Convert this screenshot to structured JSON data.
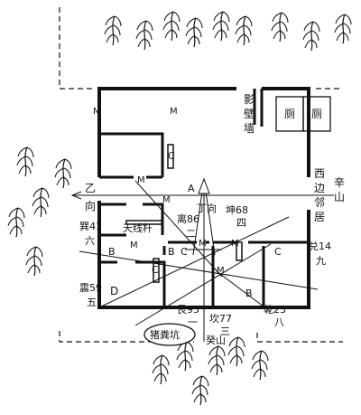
{
  "labels": {
    "ying_bi_qiang": [
      "影",
      "壁",
      "墙"
    ],
    "kitchen_left": "厕",
    "kitchen_right": "厕",
    "xi_bian_lin_ju": [
      "西",
      "边",
      "邻",
      "居"
    ],
    "xin_shan": [
      "辛",
      "山"
    ],
    "yi_xiang": [
      "乙",
      "向"
    ],
    "ding_xiang": "丁向",
    "A": "A",
    "kun": "坤68",
    "kun_num": "四",
    "li": "离86",
    "li_num": "二",
    "xun": "巽41",
    "xun_num": "六",
    "tian_xian_gan": "天线杆",
    "dui": "兑14",
    "dui_num": "九",
    "zhen": "震59",
    "zhen_num": "五",
    "gen": "艮95",
    "gen_num": "一",
    "kan": "坎77",
    "kan_num": "三",
    "qian": "乾23",
    "qian_num": "八",
    "gui_shan": "癸山",
    "zhu_fen_keng": "猪粪坑",
    "M": "M",
    "B": "B",
    "C": "C",
    "D": "D"
  }
}
